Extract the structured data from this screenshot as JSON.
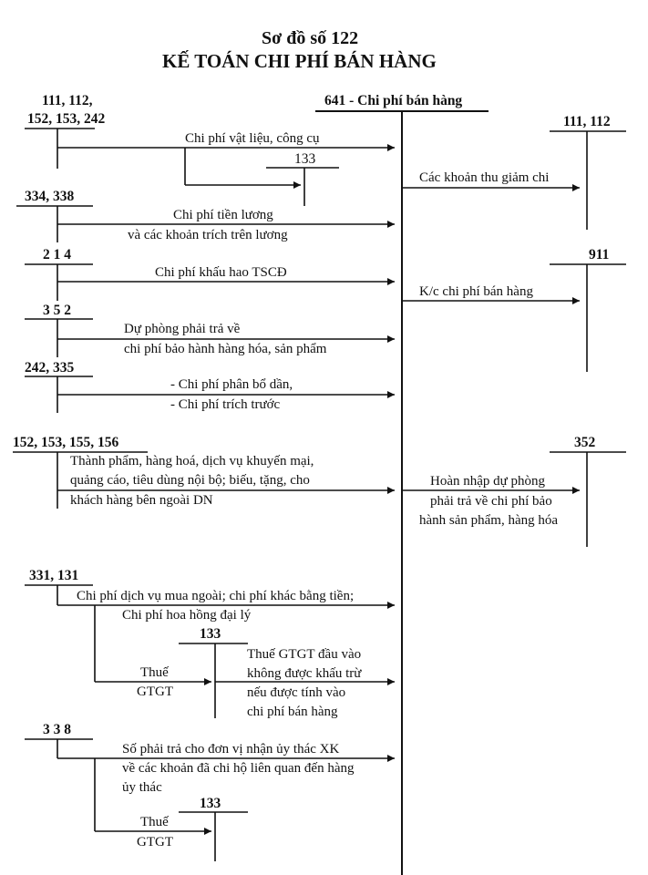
{
  "title": {
    "line1": "Sơ đồ số 122",
    "line2": "KẾ TOÁN CHI PHÍ BÁN HÀNG"
  },
  "accounts": {
    "main": "641 - Chi phí bán hàng",
    "a111_l1": "111, 112,",
    "a111_l2": "152, 153, 242",
    "a133_1": "133",
    "a334": "334, 338",
    "a214": "2 1 4",
    "a352_left": "3 5 2",
    "a242": "242, 335",
    "a152": "152, 153, 155, 156",
    "a331": "331, 131",
    "a133_2": "133",
    "a338": "3 3 8",
    "a133_3": "133",
    "r111": "111, 112",
    "r911": "911",
    "r352": "352"
  },
  "labels": {
    "vatlieu": "Chi phí vật liệu, công cụ",
    "tienluong_1": "Chi phí tiền lương",
    "tienluong_2": "và các khoản trích trên lương",
    "khauhao": "Chi phí khấu hao TSCĐ",
    "duphong_1": "Dự phòng phải trả về",
    "duphong_2": "chi phí bảo hành hàng hóa, sản phẩm",
    "phanbo": "- Chi phí phân bổ dần,",
    "tricht": "- Chi phí trích trước",
    "thanhpham_1": "Thành phẩm, hàng hoá, dịch vụ khuyến mại,",
    "thanhpham_2": "quảng cáo, tiêu dùng nội bộ; biếu, tặng, cho",
    "thanhpham_3": "khách hàng bên ngoài DN",
    "dichvu": "Chi phí dịch vụ mua ngoài; chi phí khác bằng tiền;",
    "hoahong": "Chi phí hoa hồng đại lý",
    "thue1_1": "Thuế",
    "thue1_2": "GTGT",
    "gtgt_1": "Thuế GTGT đầu vào",
    "gtgt_2": "không được khấu trừ",
    "gtgt_3": "nếu được tính vào",
    "gtgt_4": "chi phí bán hàng",
    "uythac_1": "Số phải trả cho đơn vị nhận ủy thác XK",
    "uythac_2": "về các khoản đã chi hộ liên quan đến hàng",
    "uythac_3": "ủy thác",
    "thue2_1": "Thuế",
    "thue2_2": "GTGT",
    "giamchi": "Các khoản thu giảm chi",
    "kc": "K/c chi phí bán hàng",
    "hoannhap_1": "Hoàn nhập dự phòng",
    "hoannhap_2": "phải trả về chi phí bảo",
    "hoannhap_3": "hành sản phẩm, hàng hóa"
  }
}
